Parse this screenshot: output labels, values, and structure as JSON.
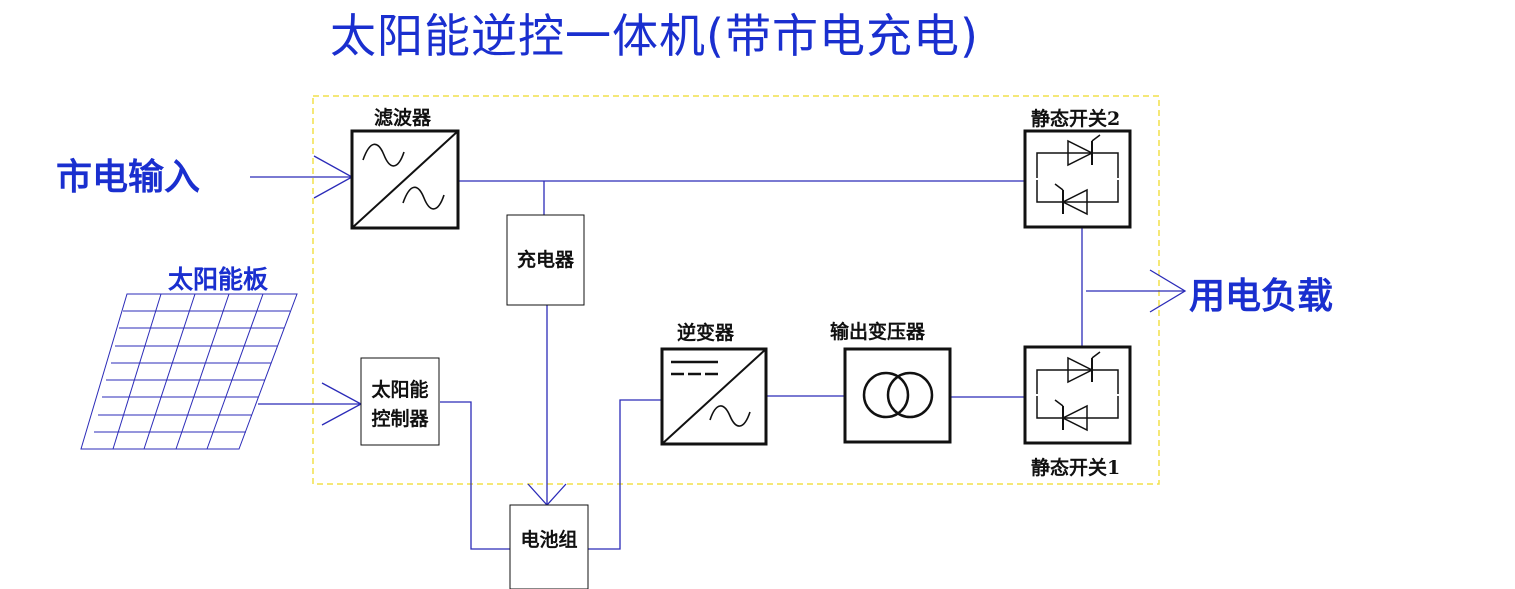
{
  "title": "太阳能逆控一体机(带市电充电)",
  "labels": {
    "grid_input": "市电输入",
    "solar_panel": "太阳能板",
    "load": "用电负载",
    "filter": "滤波器",
    "charger": "充电器",
    "solar_controller_line1": "太阳能",
    "solar_controller_line2": "控制器",
    "inverter": "逆变器",
    "output_transformer": "输出变压器",
    "static_switch_2": "静态开关2",
    "static_switch_1": "静态开关1",
    "battery": "电池组"
  },
  "colors": {
    "accent": "#1a2fcf",
    "line": "#2b2bb8",
    "dashed_border": "#f2e14a",
    "box_stroke": "#111111"
  }
}
